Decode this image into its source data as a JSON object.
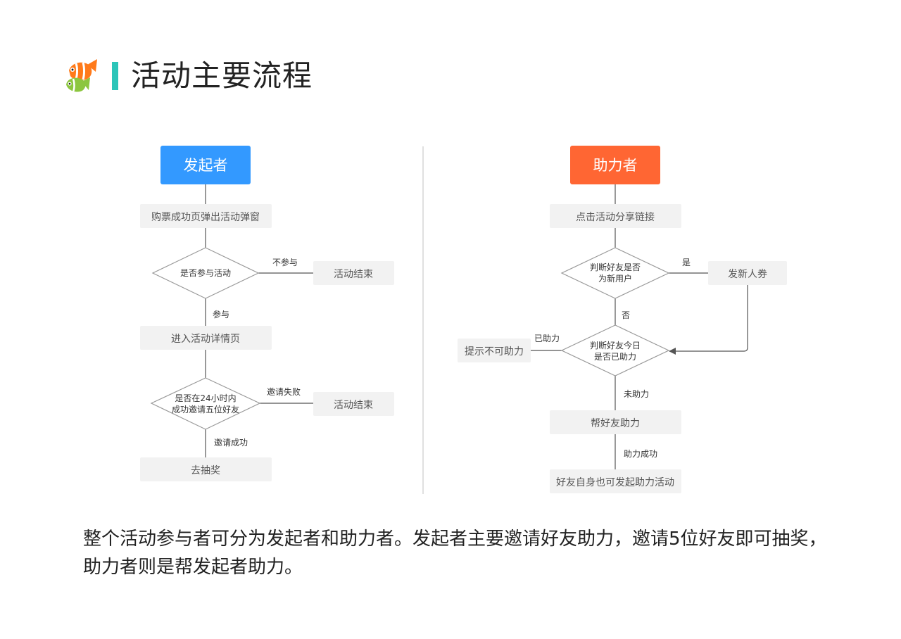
{
  "header": {
    "title": "活动主要流程",
    "logo_icon": "clownfish-logo-icon"
  },
  "colors": {
    "accent_bar": "#2cc5b9",
    "initiator_header": "#3399ff",
    "helper_header": "#ff6633",
    "process_fill": "#f2f2f2",
    "line": "#555555"
  },
  "initiator": {
    "header": "发起者",
    "step1": "购票成功页弹出活动弹窗",
    "decision1": "是否参与活动",
    "decision1_no": "不参与",
    "end1": "活动结束",
    "decision1_yes": "参与",
    "step2": "进入活动详情页",
    "decision2_line1": "是否在24小时内",
    "decision2_line2": "成功邀请五位好友",
    "decision2_fail": "邀请失败",
    "end2": "活动结束",
    "decision2_ok": "邀请成功",
    "step3": "去抽奖"
  },
  "helper": {
    "header": "助力者",
    "step1": "点击活动分享链接",
    "decision1_line1": "判断好友是否",
    "decision1_line2": "为新用户",
    "decision1_yes": "是",
    "coupon": "发新人券",
    "decision1_no": "否",
    "decision2_line1": "判断好友今日",
    "decision2_line2": "是否已助力",
    "decision2_yes": "已助力",
    "cannot_help": "提示不可助力",
    "decision2_no": "未助力",
    "step2": "帮好友助力",
    "step2_ok": "助力成功",
    "step3": "好友自身也可发起助力活动"
  },
  "caption": "整个活动参与者可分为发起者和助力者。发起者主要邀请好友助力，邀请5位好友即可抽奖，助力者则是帮发起者助力。"
}
